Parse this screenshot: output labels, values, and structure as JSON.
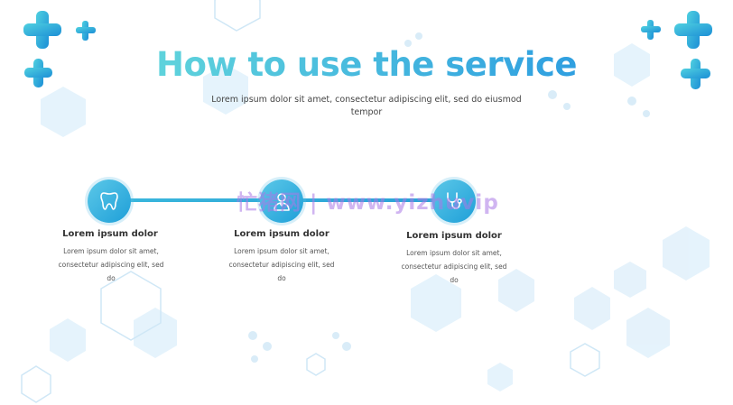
{
  "slide": {
    "title": "How to use the service",
    "subtitle": "Lorem ipsum dolor sit amet, consectetur adipiscing elit, sed do eiusmod tempor"
  },
  "steps": [
    {
      "icon": "tooth-icon",
      "title": "Lorem ipsum dolor",
      "description": "Lorem ipsum dolor sit amet, consectetur adipiscing elit, sed do"
    },
    {
      "icon": "doctor-icon",
      "title": "Lorem ipsum dolor",
      "description": "Lorem ipsum dolor sit amet, consectetur adipiscing elit, sed do"
    },
    {
      "icon": "stethoscope-icon",
      "title": "Lorem ipsum dolor",
      "description": "Lorem ipsum dolor sit amet, consectetur adipiscing elit, sed do"
    }
  ],
  "watermark": "忙猪网 | www.yizhuvip",
  "colors": {
    "accent": "#2aa1d6",
    "accent_light": "#5fd3dc",
    "text": "#333333"
  }
}
